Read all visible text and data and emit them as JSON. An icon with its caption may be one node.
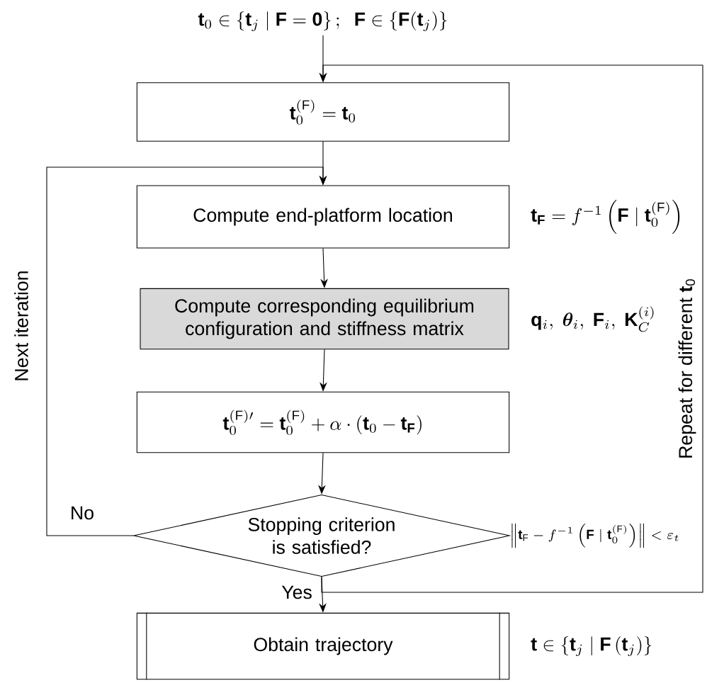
{
  "diagram": {
    "nodes": [
      {
        "text": [
          "\\mathbf{t}_0 \\in \\left\\{ \\mathbf{t}_j \\;\\middle|\\; \\mathbf{F} = \\mathbf{0} \\right\\};\\;\\; \\mathbf{F} \\in \\left\\{ \\mathbf{F}(\\mathbf{t}_j) \\right\\}"
        ]
      },
      {
        "text": [
          "\\mathbf{t}_0^{(\\mathrm{F})} = \\mathbf{t}_0"
        ]
      },
      {
        "text": [
          "Compute end-platform location"
        ],
        "beside": [
          "\\mathbf{t}_{\\mathbf{F}} = f^{-1}\\left(\\mathbf{F} \\mid \\mathbf{t}_0^{(\\mathrm{F})}\\right)"
        ]
      },
      {
        "text": [
          "Compute corresponding equilibrium configuration and stiffness matrix"
        ],
        "beside": [
          "\\mathbf{q}_i,\\ \\boldsymbol{\\theta}_i,\\ \\mathbf{F}_i,\\ \\mathbf{K}_C^{(i)}"
        ]
      },
      {
        "text": [
          "\\mathbf{t}_0^{(\\mathrm{F})\\prime} = \\mathbf{t}_0^{(\\mathrm{F})} + \\alpha \\cdot \\left(\\mathbf{t}_0 - \\mathbf{t}_{\\mathbf{F}}\\right)"
        ]
      },
      {
        "text": [
          "Stopping criterion is satisfied?"
        ],
        "beside": [
          "\\left\\| \\mathbf{t}_{\\mathrm{F}} - f^{-1}\\left(\\mathbf{F} \\mid \\mathbf{t}_0^{(\\mathrm{F})}\\right) \\right\\| < \\varepsilon_t"
        ]
      },
      {
        "text": [
          "Obtain trajectory"
        ],
        "beside": [
          "\\mathbf{t} \\in \\left\\{ \\mathbf{t}_j \\;\\middle|\\; \\mathbf{F}\\left(\\mathbf{t}_j\\right) \\right\\}"
        ]
      }
    ],
    "edges": [
      {
        "from": 0,
        "to": 1,
        "arrow": "to"
      },
      {
        "from": 1,
        "to": 2,
        "arrow": "to"
      },
      {
        "from": 2,
        "to": 3,
        "arrow": "to"
      },
      {
        "from": 3,
        "to": 4,
        "arrow": "to"
      },
      {
        "from": 4,
        "to": 5,
        "arrow": "to"
      },
      {
        "from": 5,
        "to": 2,
        "arrow": "to",
        "label": "No"
      },
      {
        "from": 5,
        "to": 6,
        "arrow": "to",
        "label": "Yes"
      },
      {
        "from": 5,
        "to": 1,
        "arrow": "to",
        "label": "Repeat for different **t**$_{0}$"
      }
    ],
    "labels": [
      "Next iteration"
    ]
  }
}
